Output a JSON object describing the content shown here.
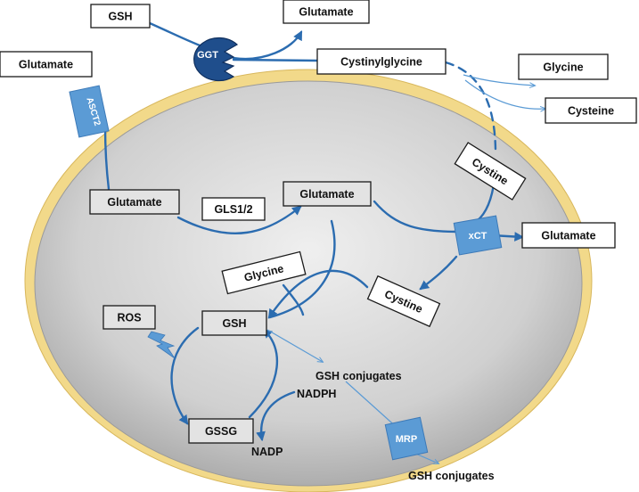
{
  "labels": {
    "gsh_outside": "GSH",
    "glutamate_top": "Glutamate",
    "cystinylglycine": "Cystinylglycine",
    "glycine_out": "Glycine",
    "cysteine_out": "Cysteine",
    "glutamate_left": "Glutamate",
    "cystine_out": "Cystine",
    "glutamate_in_left": "Glutamate",
    "gls": "GLS1/2",
    "glutamate_center": "Glutamate",
    "glutamate_right": "Glutamate",
    "glycine_in": "Glycine",
    "cystine_in": "Cystine",
    "ros": "ROS",
    "gsh_in": "GSH",
    "gsh_conjugates_in": "GSH conjugates",
    "nadph": "NADPH",
    "gssg": "GSSG",
    "nadp": "NADP",
    "gsh_conjugates_out": "GSH conjugates"
  },
  "transporters": {
    "ggt": "GGT",
    "asct2": "ASCT2",
    "xct": "xCT",
    "mrp": "MRP"
  },
  "colors": {
    "membrane": "#f2d98a",
    "cell_interior": "#c9c9c9",
    "arrow": "#2b6cb0",
    "transporter": "#5b9bd5",
    "ggt_enzyme": "#1f4e8c"
  }
}
